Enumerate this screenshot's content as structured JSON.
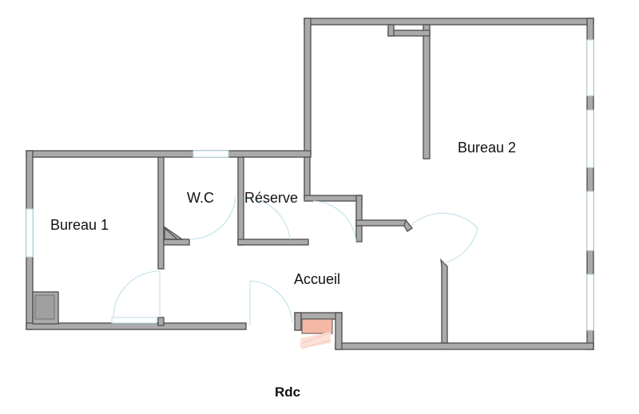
{
  "rooms": {
    "bureau1": "Bureau 1",
    "wc": "W.C",
    "reserve": "Réserve",
    "bureau2": "Bureau 2",
    "accueil": "Accueil"
  },
  "caption": "Rdc",
  "colors": {
    "wall_fill": "#aaaaaa",
    "wall_outline": "#555555",
    "window_frame": "#b9dde6",
    "door_swing": "#bfe2ea",
    "stair_highlight": "#f6b8a6"
  }
}
